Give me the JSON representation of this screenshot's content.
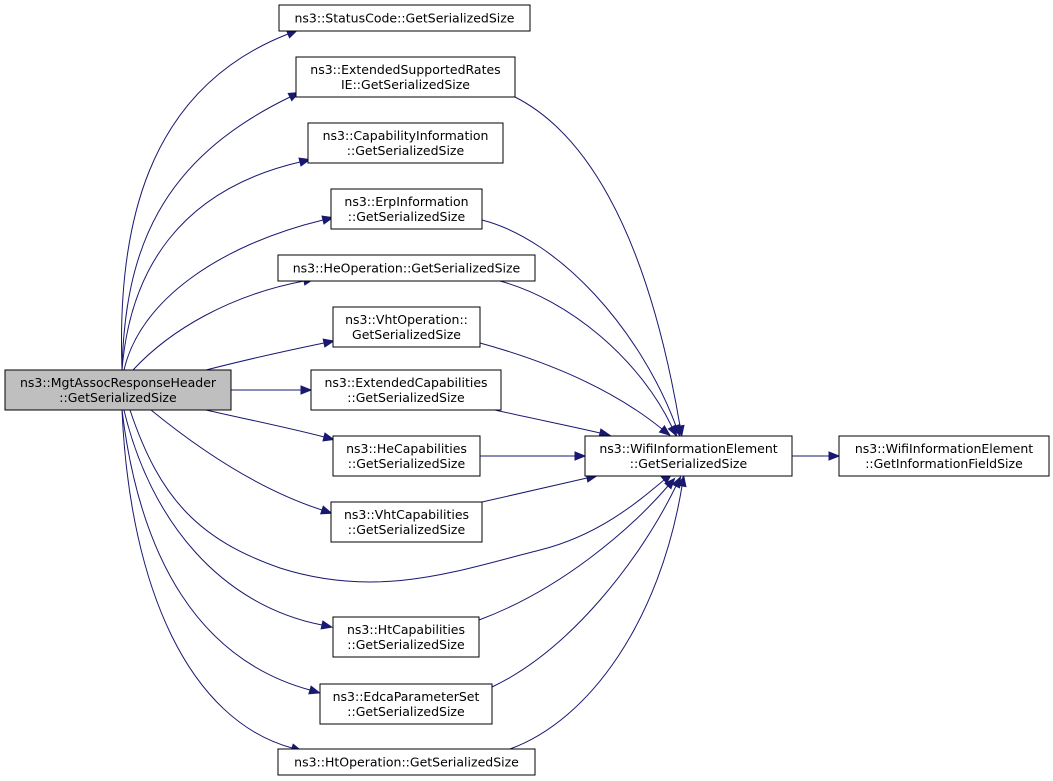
{
  "graph": {
    "root": {
      "id": "root",
      "lines": [
        "ns3::MgtAssocResponseHeader",
        "::GetSerializedSize"
      ]
    },
    "nodes": [
      {
        "id": "status",
        "lines": [
          "ns3::StatusCode::GetSerializedSize"
        ]
      },
      {
        "id": "extrates",
        "lines": [
          "ns3::ExtendedSupportedRates",
          "IE::GetSerializedSize"
        ]
      },
      {
        "id": "capinfo",
        "lines": [
          "ns3::CapabilityInformation",
          "::GetSerializedSize"
        ]
      },
      {
        "id": "erp",
        "lines": [
          "ns3::ErpInformation",
          "::GetSerializedSize"
        ]
      },
      {
        "id": "heop",
        "lines": [
          "ns3::HeOperation::GetSerializedSize"
        ]
      },
      {
        "id": "vhtop",
        "lines": [
          "ns3::VhtOperation::",
          "GetSerializedSize"
        ]
      },
      {
        "id": "extcap",
        "lines": [
          "ns3::ExtendedCapabilities",
          "::GetSerializedSize"
        ]
      },
      {
        "id": "hecap",
        "lines": [
          "ns3::HeCapabilities",
          "::GetSerializedSize"
        ]
      },
      {
        "id": "vhtcap",
        "lines": [
          "ns3::VhtCapabilities",
          "::GetSerializedSize"
        ]
      },
      {
        "id": "htcap",
        "lines": [
          "ns3::HtCapabilities",
          "::GetSerializedSize"
        ]
      },
      {
        "id": "edca",
        "lines": [
          "ns3::EdcaParameterSet",
          "::GetSerializedSize"
        ]
      },
      {
        "id": "htop",
        "lines": [
          "ns3::HtOperation::GetSerializedSize"
        ]
      },
      {
        "id": "wifi",
        "lines": [
          "ns3::WifiInformationElement",
          "::GetSerializedSize"
        ]
      },
      {
        "id": "wifiinfo",
        "lines": [
          "ns3::WifiInformationElement",
          "::GetInformationFieldSize"
        ]
      }
    ],
    "edges": [
      {
        "from": "root",
        "to": "status"
      },
      {
        "from": "root",
        "to": "extrates"
      },
      {
        "from": "root",
        "to": "capinfo"
      },
      {
        "from": "root",
        "to": "erp"
      },
      {
        "from": "root",
        "to": "heop"
      },
      {
        "from": "root",
        "to": "vhtop"
      },
      {
        "from": "root",
        "to": "extcap"
      },
      {
        "from": "root",
        "to": "hecap"
      },
      {
        "from": "root",
        "to": "vhtcap"
      },
      {
        "from": "root",
        "to": "wifi"
      },
      {
        "from": "root",
        "to": "htcap"
      },
      {
        "from": "root",
        "to": "edca"
      },
      {
        "from": "root",
        "to": "htop"
      },
      {
        "from": "extrates",
        "to": "wifi"
      },
      {
        "from": "erp",
        "to": "wifi"
      },
      {
        "from": "heop",
        "to": "wifi"
      },
      {
        "from": "vhtop",
        "to": "wifi"
      },
      {
        "from": "extcap",
        "to": "wifi"
      },
      {
        "from": "hecap",
        "to": "wifi"
      },
      {
        "from": "vhtcap",
        "to": "wifi"
      },
      {
        "from": "htcap",
        "to": "wifi"
      },
      {
        "from": "edca",
        "to": "wifi"
      },
      {
        "from": "htop",
        "to": "wifi"
      },
      {
        "from": "wifi",
        "to": "wifiinfo"
      }
    ]
  }
}
